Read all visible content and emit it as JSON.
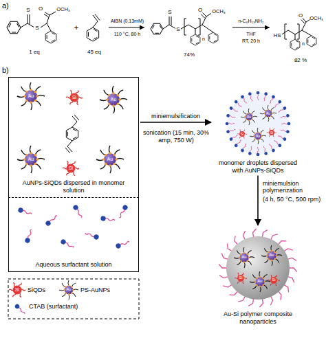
{
  "diagram": {
    "nodes": [
      {
        "text": [
          "AuNPs-SiQDs dispersed in monomer solution"
        ]
      },
      {
        "text": [
          "Aqueous surfactant solution"
        ]
      },
      {
        "text": [
          "monomer droplets dispersed with AuNPs-SiQDs"
        ]
      },
      {
        "text": [
          "Au-Si polymer composite nanoparticles"
        ]
      }
    ],
    "edges": [
      {
        "from": 0,
        "to": 2,
        "arrow": "to",
        "label": "miniemulsification"
      },
      {
        "from": 2,
        "to": 3,
        "arrow": "to",
        "label": "miniemulsion polymerization"
      }
    ],
    "labels": [
      "a)",
      "S",
      "S",
      "O",
      "OCH₃",
      "1 eq",
      "45 eq",
      "AIBN (0.13mM)",
      "110 °C, 80 h",
      "S",
      "S",
      "n",
      "O",
      "OCH₃",
      "74%",
      "n-C₆H₁₃NH₂",
      "THF",
      "RT, 20 h",
      "HS",
      "n",
      "O",
      "OCH₃",
      "82 %",
      "b)",
      "sonication (15 min, 30% amp, 750 W)",
      "(4 h, 50 °C, 500 rpm)",
      "Au",
      "Au",
      "Au",
      "Au",
      "Si",
      "Si",
      "Au",
      "Au",
      "Au",
      "Si",
      "Si",
      "Au",
      "Au",
      "Au",
      "Si",
      "Si",
      "Si",
      "Au",
      "+"
    ],
    "legend": [
      {
        "text": "SiQDs"
      },
      {
        "text": "PS-AuNPs"
      },
      {
        "text": "CTAB (surfactant)"
      }
    ]
  }
}
